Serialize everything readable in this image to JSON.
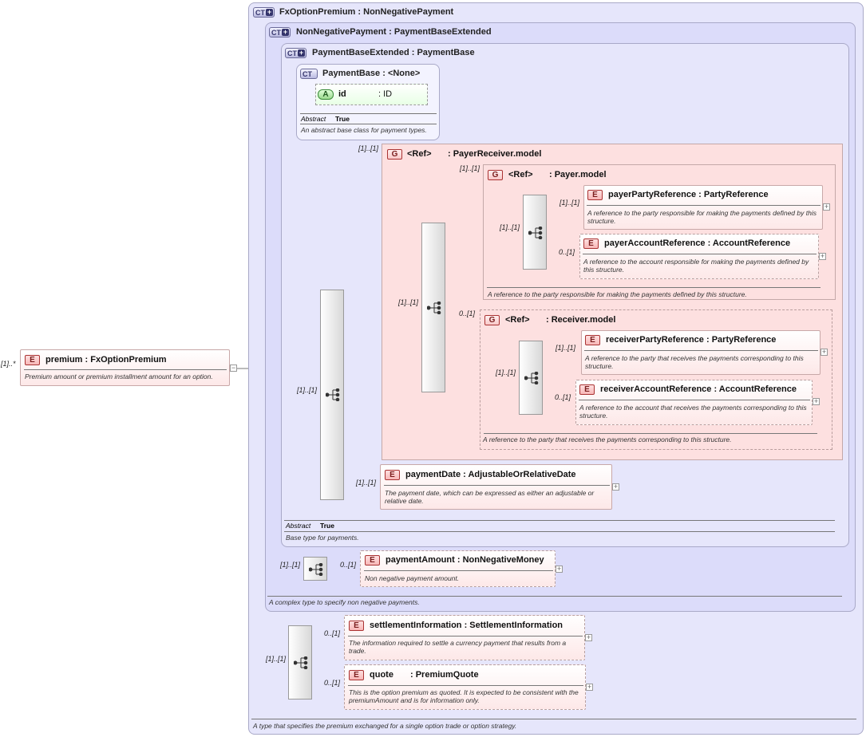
{
  "root": {
    "multiplicity": "[1]..*",
    "badge": "E",
    "name": "premium",
    "type": ": FxOptionPremium",
    "description": "Premium amount or premium installment amount for an option.",
    "collapse": "−"
  },
  "ct_fx": {
    "badge": "CT",
    "title": "FxOptionPremium",
    "base": ": NonNegativePayment",
    "description": "A type that specifies the premium exchanged for a single option trade or option strategy."
  },
  "ct_nonneg": {
    "badge": "CT",
    "title": "NonNegativePayment",
    "base": ": PaymentBaseExtended",
    "description": "A complex type to specify non negative payments."
  },
  "ct_ext": {
    "badge": "CT",
    "title": "PaymentBaseExtended",
    "base": ": PaymentBase",
    "abstract_label": "Abstract",
    "abstract_value": "True",
    "description": "Base type for payments."
  },
  "ct_base": {
    "badge": "CT",
    "title": "PaymentBase",
    "base": ": <None>",
    "attr_badge": "A",
    "attr_name": "id",
    "attr_type": ": ID",
    "abstract_label": "Abstract",
    "abstract_value": "True",
    "description": "An abstract base class for payment types."
  },
  "group_pr": {
    "multiplicity": "[1]..[1]",
    "badge": "G",
    "ref": "<Ref>",
    "name": ": PayerReceiver.model"
  },
  "group_payer": {
    "multiplicity": "[1]..[1]",
    "badge": "G",
    "ref": "<Ref>",
    "name": ": Payer.model",
    "description": "A reference to the party responsible for making the payments defined by this structure."
  },
  "group_receiver": {
    "multiplicity": "0..[1]",
    "badge": "G",
    "ref": "<Ref>",
    "name": ": Receiver.model",
    "description": "A reference to the party that receives the payments corresponding to this structure."
  },
  "elements": {
    "payerPartyReference": {
      "multiplicity": "[1]..[1]",
      "badge": "E",
      "name": "payerPartyReference",
      "type": ": PartyReference",
      "description": "A reference to the party responsible for making the payments defined by this structure."
    },
    "payerAccountReference": {
      "multiplicity": "0..[1]",
      "badge": "E",
      "name": "payerAccountReference",
      "type": ": AccountReference",
      "description": "A reference to the account responsible for making the payments defined by this structure."
    },
    "receiverPartyReference": {
      "multiplicity": "[1]..[1]",
      "badge": "E",
      "name": "receiverPartyReference",
      "type": ": PartyReference",
      "description": "A reference to the party that receives the payments corresponding to this structure."
    },
    "receiverAccountReference": {
      "multiplicity": "0..[1]",
      "badge": "E",
      "name": "receiverAccountReference",
      "type": ": AccountReference",
      "description": "A reference to the account that receives the payments corresponding to this structure."
    },
    "paymentDate": {
      "multiplicity": "[1]..[1]",
      "badge": "E",
      "name": "paymentDate",
      "type": ": AdjustableOrRelativeDate",
      "description": "The payment date, which can be expressed as either an adjustable or relative date."
    },
    "paymentAmount": {
      "multiplicity": "0..[1]",
      "badge": "E",
      "name": "paymentAmount",
      "type": ": NonNegativeMoney",
      "description": "Non negative payment amount."
    },
    "settlementInformation": {
      "multiplicity": "0..[1]",
      "badge": "E",
      "name": "settlementInformation",
      "type": ": SettlementInformation",
      "description": "The information required to settle a currency payment that results from a trade."
    },
    "quote": {
      "multiplicity": "0..[1]",
      "badge": "E",
      "name": "quote",
      "type": ": PremiumQuote",
      "description": "This is the option premium as quoted. It is expected to be consistent with the premiumAmount and is for information only."
    }
  },
  "sequences": {
    "seq_ext": "[1]..[1]",
    "seq_pr": "[1]..[1]",
    "seq_payer": "[1]..[1]",
    "seq_receiver": "[1]..[1]",
    "seq_nonneg": "[1]..[1]",
    "seq_fx": "[1]..[1]"
  },
  "expander_symbol": "+"
}
